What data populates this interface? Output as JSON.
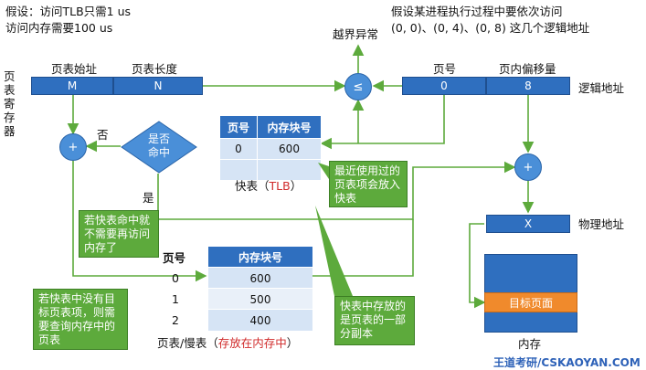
{
  "assumptions": {
    "line1": "假设：访问TLB只需1 us",
    "line2": "访问内存需要100 us"
  },
  "access_note": {
    "line1": "假设某进程执行过程中要依次访问",
    "line2": "(0, 0)、(0, 4)、(0, 8) 这几个逻辑地址"
  },
  "page_table_register": {
    "label": "页表寄存器",
    "start_header": "页表始址",
    "length_header": "页表长度",
    "start_value": "M",
    "length_value": "N"
  },
  "out_of_bounds": {
    "label": "越界异常",
    "compare_symbol": "≤"
  },
  "logical_address": {
    "page_header": "页号",
    "offset_header": "页内偏移量",
    "page_value": "0",
    "offset_value": "8",
    "label": "逻辑地址"
  },
  "decision": {
    "text_line1": "是否",
    "text_line2": "命中",
    "no_label": "否",
    "yes_label": "是"
  },
  "adder": "+",
  "tlb": {
    "headers": [
      "页号",
      "内存块号"
    ],
    "rows": [
      [
        "0",
        "600"
      ],
      [
        "",
        ""
      ]
    ],
    "caption_prefix": "快表（",
    "caption_main": "TLB",
    "caption_suffix": "）"
  },
  "slow_table": {
    "headers": [
      "页号",
      "内存块号"
    ],
    "rows": [
      [
        "0",
        "600"
      ],
      [
        "1",
        "500"
      ],
      [
        "2",
        "400"
      ]
    ],
    "caption_prefix": "页表/慢表（",
    "caption_main": "存放在内存中",
    "caption_suffix": "）"
  },
  "physical_address": {
    "value": "X",
    "label": "物理地址"
  },
  "memory": {
    "target_page": "目标页面",
    "label": "内存"
  },
  "callouts": {
    "recent": "最近使用过的页表项会放入快表",
    "hit": "若快表命中就不需要再访问内存了",
    "miss": "若快表中没有目标页表项，则需要查询内存中的页表",
    "copy": "快表中存放的是页表的一部分副本"
  },
  "watermark": "王道考研/CSKAOYAN.COM",
  "colors": {
    "blue": "#2f6fbf",
    "green": "#5daa3c",
    "light_blue": "#d6e4f5",
    "red": "#d02a2a"
  }
}
